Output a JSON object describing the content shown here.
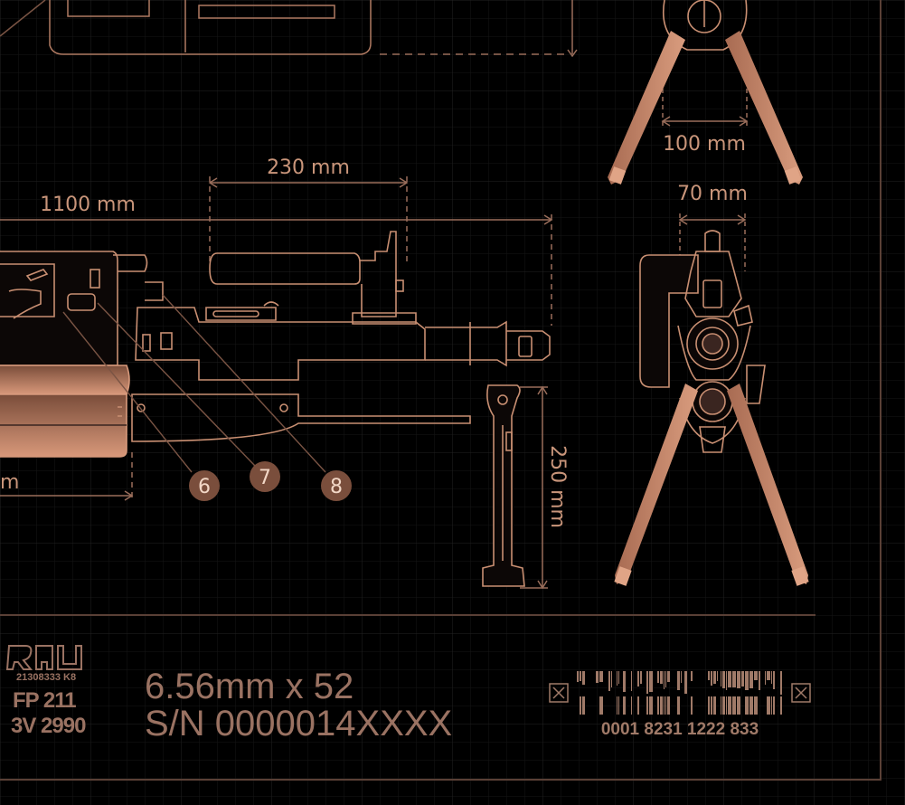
{
  "dimensions": {
    "length_overall": "1100 mm",
    "barrel_section": "230 mm",
    "bipod_spread_closed": "100 mm",
    "bipod_spread_front": "70 mm",
    "grip_height": "250 mm",
    "cut_label": "m"
  },
  "callouts": {
    "c6": "6",
    "c7": "7",
    "c8": "8"
  },
  "spec": {
    "caliber": "6.56mm x 52",
    "serial": "S/N 0000014XXXX"
  },
  "logo": {
    "code": "21308333 K8",
    "model": "FP 211",
    "variant": "3V 2990"
  },
  "barcode": {
    "number": "0001  8231 1222 833"
  },
  "colors": {
    "background": "#000000",
    "grid": "#1a1a1a",
    "line": "#c98f72",
    "dim_line": "#9a6e5b",
    "text": "#c9957a",
    "callout_fill": "#7a4e3c"
  }
}
